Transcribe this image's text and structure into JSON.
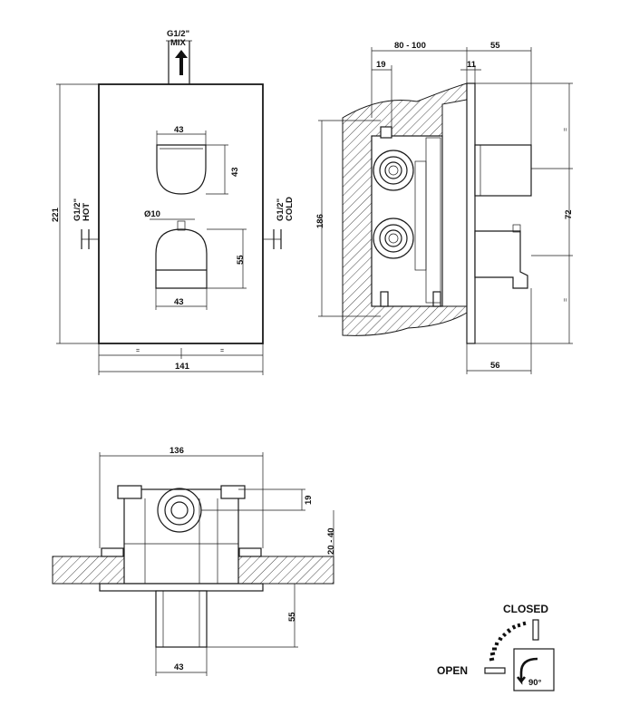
{
  "front_view": {
    "mix_label": "G1/2\"",
    "mix_sub": "MIX",
    "hot_label": "G1/2\"",
    "hot_sub": "HOT",
    "cold_label": "G1/2\"",
    "cold_sub": "COLD",
    "dim_height": "221",
    "dim_width": "141",
    "dim_upper_knob_w": "43",
    "dim_upper_knob_h": "43",
    "dim_diameter": "Ø10",
    "dim_lower_knob_h": "55",
    "dim_lower_knob_w": "43",
    "equal_mark": "="
  },
  "side_view": {
    "dim_depth_range": "80 - 100",
    "dim_plate": "55",
    "dim_19": "19",
    "dim_11": "11",
    "dim_186": "186",
    "dim_72": "72",
    "dim_56": "56",
    "equal_mark": "="
  },
  "bottom_view": {
    "dim_width": "136",
    "dim_19": "19",
    "dim_wall_range": "20 - 40",
    "dim_55": "55",
    "dim_43": "43"
  },
  "legend": {
    "closed_label": "CLOSED",
    "open_label": "OPEN",
    "angle_label": "90°"
  }
}
